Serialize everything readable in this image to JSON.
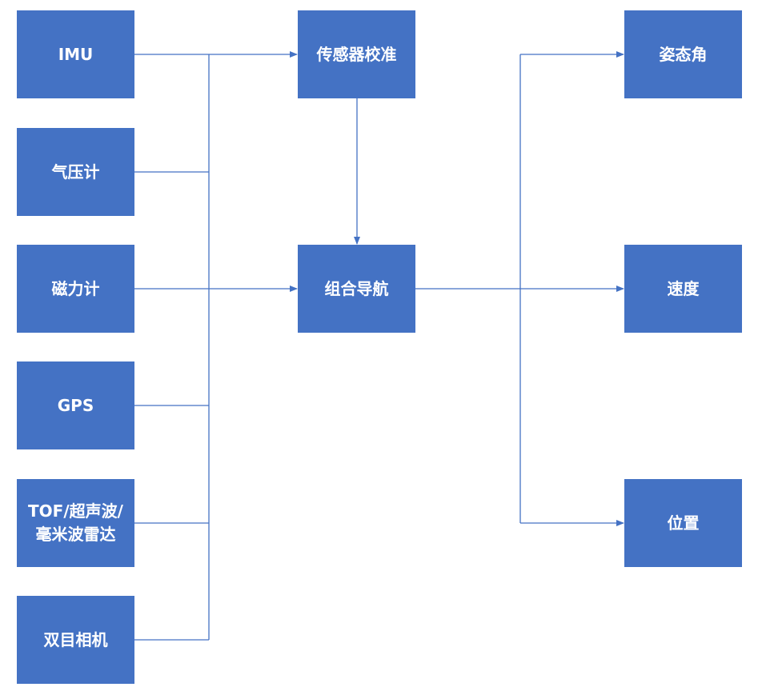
{
  "inputs": {
    "imu": "IMU",
    "barometer": "气压计",
    "magnetometer": "磁力计",
    "gps": "GPS",
    "ranging_line1": "TOF/超声波/",
    "ranging_line2": "毫米波雷达",
    "stereo_camera": "双目相机"
  },
  "processing": {
    "calibration": "传感器校准",
    "integrated_navigation": "组合导航"
  },
  "outputs": {
    "attitude": "姿态角",
    "velocity": "速度",
    "position": "位置"
  },
  "colors": {
    "box_fill": "#4472c4",
    "box_text": "#ffffff",
    "connector": "#4472c4"
  }
}
